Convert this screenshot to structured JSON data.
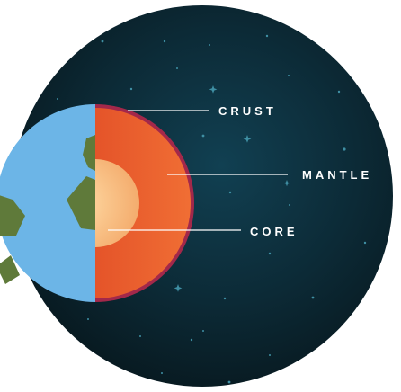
{
  "diagram": {
    "layers": [
      {
        "id": "crust",
        "label": "CRUST"
      },
      {
        "id": "mantle",
        "label": "MANTLE"
      },
      {
        "id": "core",
        "label": "CORE"
      }
    ]
  },
  "colors": {
    "space_center": "#0f3a4c",
    "space_edge": "#0a1e26",
    "ocean": "#6bb4e6",
    "land": "#5f7a3a",
    "crust": "#a3284a",
    "mantle_light": "#ee6a32",
    "mantle_dark": "#d9381f",
    "core_light": "#ffd49a",
    "core_dark": "#f3a565",
    "label_text": "#ffffff"
  }
}
